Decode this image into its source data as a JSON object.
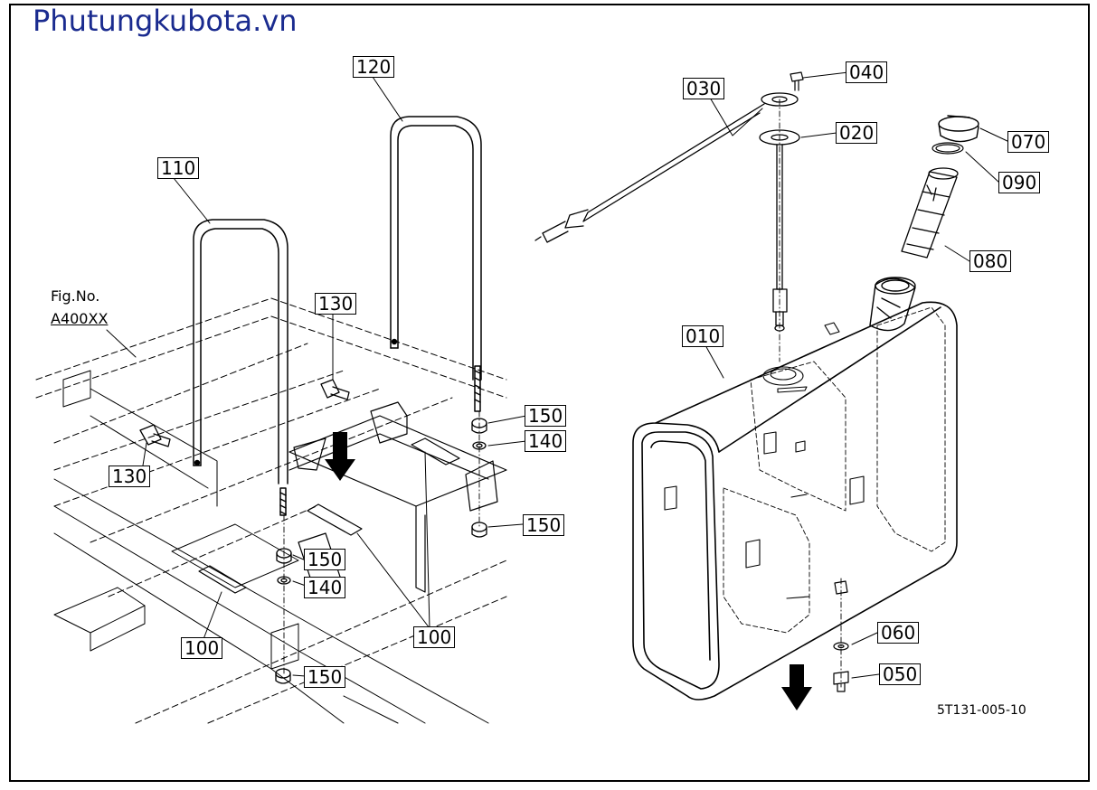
{
  "watermark": "Phutungkubota.vn",
  "fig_ref": {
    "line1": "Fig.No.",
    "line2": "A400XX"
  },
  "drawing_code": "5T131-005-10",
  "callouts": {
    "c010": "010",
    "c020": "020",
    "c030": "030",
    "c040": "040",
    "c050": "050",
    "c060": "060",
    "c070": "070",
    "c080": "080",
    "c090": "090",
    "c100a": "100",
    "c100b": "100",
    "c110": "110",
    "c120": "120",
    "c130a": "130",
    "c130b": "130",
    "c140a": "140",
    "c140b": "140",
    "c150a": "150",
    "c150b": "150",
    "c150c": "150",
    "c150d": "150"
  }
}
